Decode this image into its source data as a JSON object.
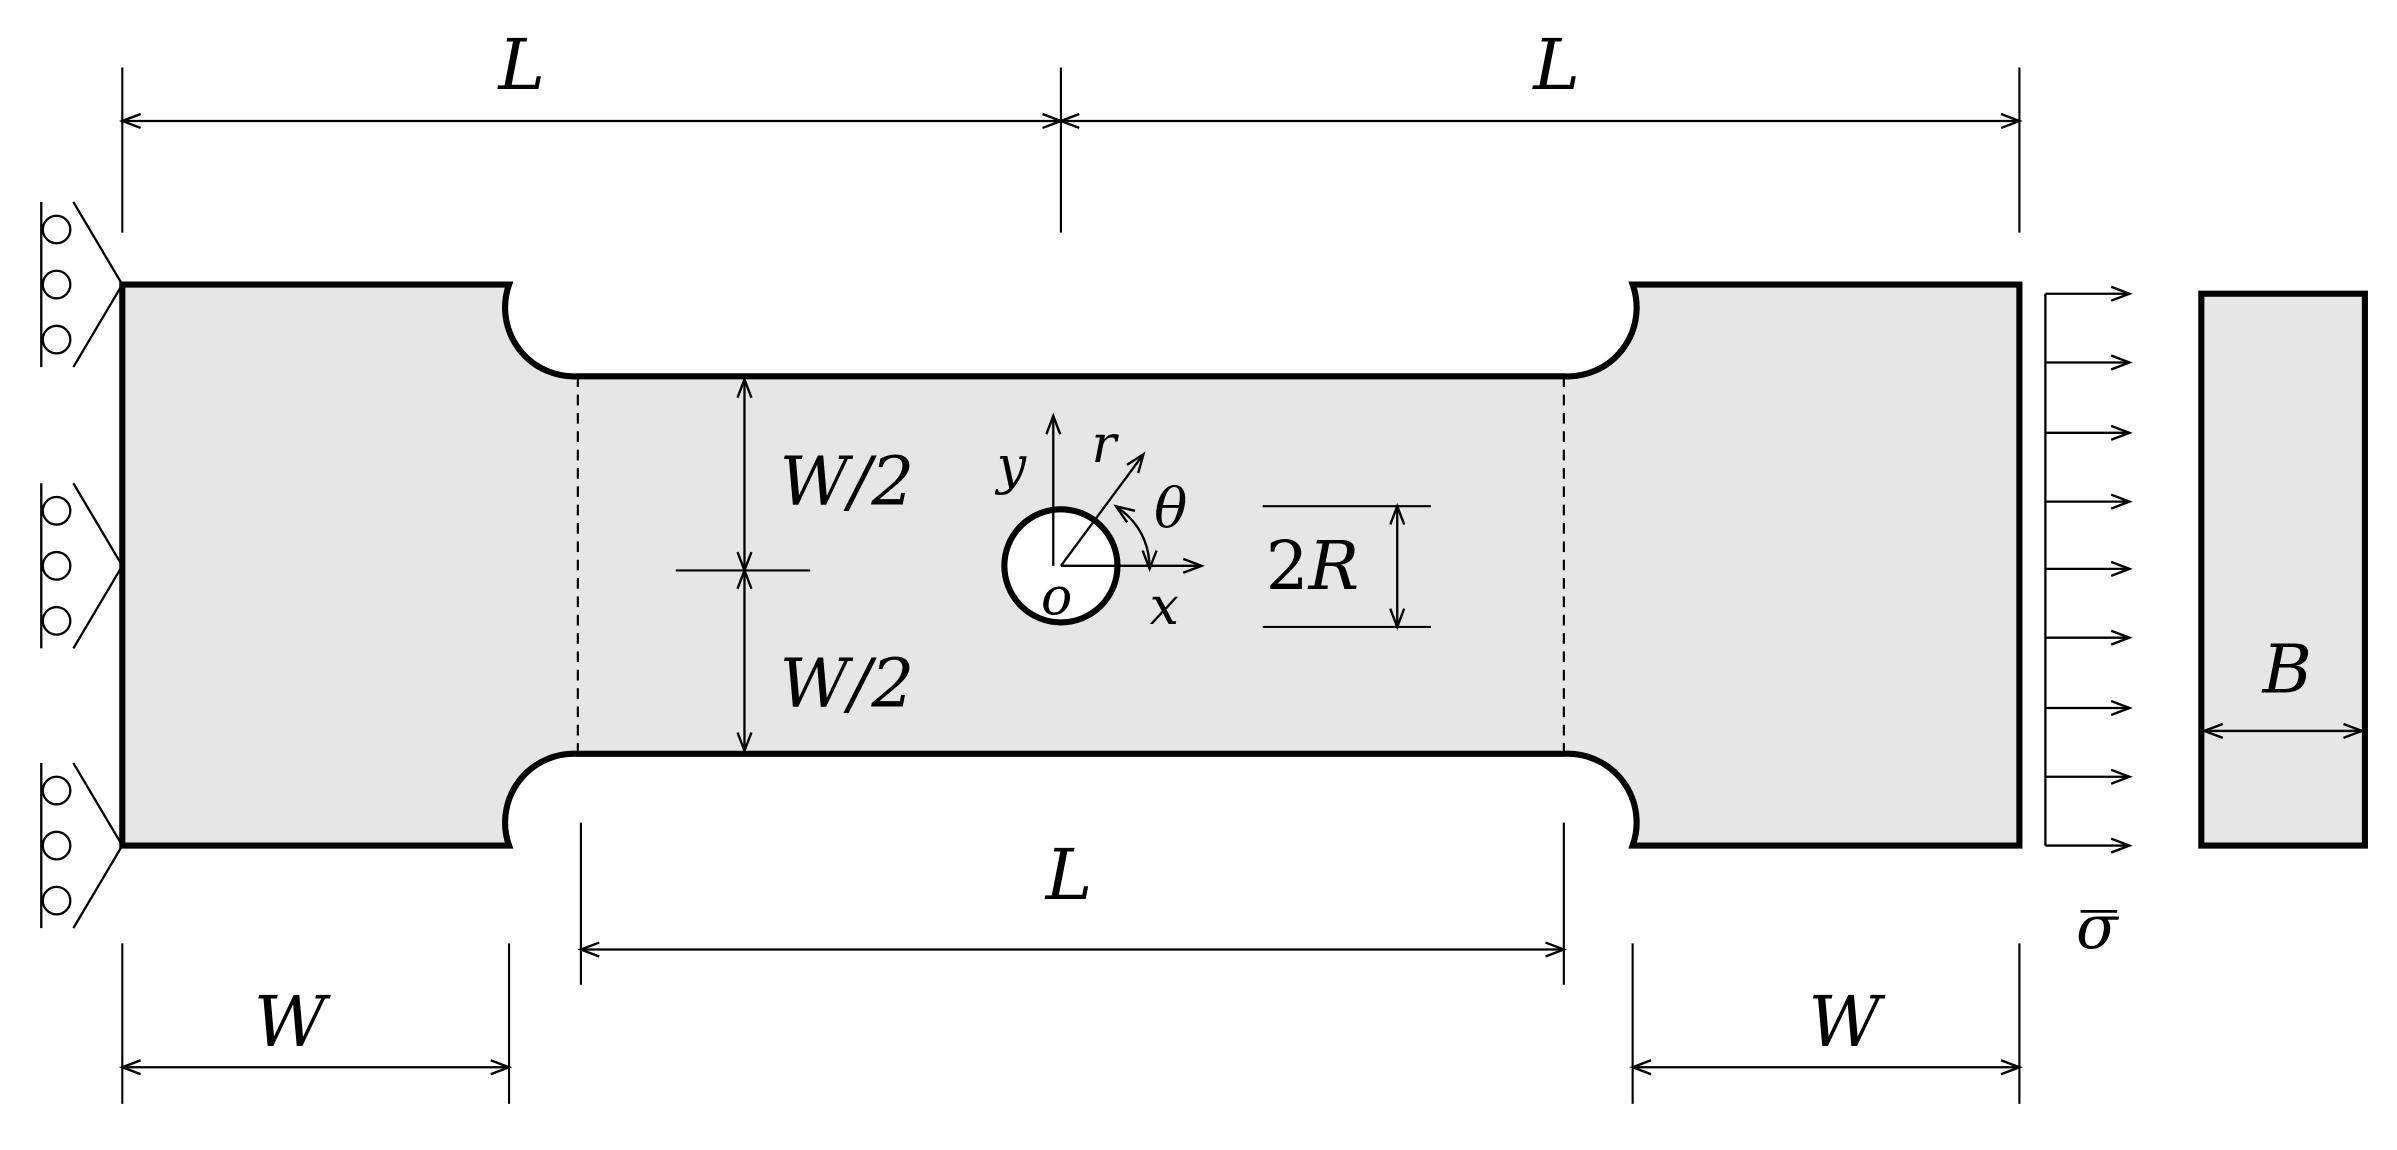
{
  "labels": {
    "length_top_left": "L",
    "length_top_right": "L",
    "length_bottom": "L",
    "width_bottom_left": "W",
    "width_bottom_right": "W",
    "half_width_upper": "W/2",
    "half_width_lower": "W/2",
    "hole_diameter_coef": "2",
    "hole_diameter_sym": "R",
    "thickness": "B",
    "origin": "o",
    "axis_x": "x",
    "axis_y": "y",
    "radial": "r",
    "angle": "θ",
    "stress": "σ"
  }
}
